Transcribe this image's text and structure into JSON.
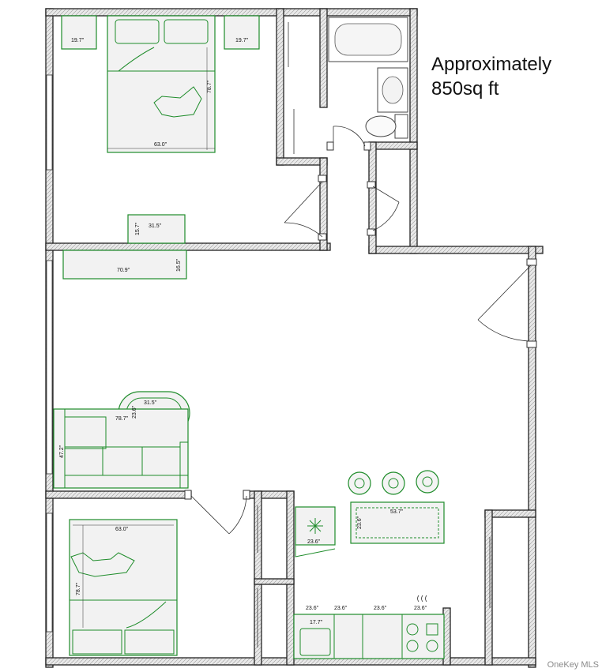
{
  "area": {
    "line1": "Approximately",
    "line2": "850sq ft"
  },
  "watermark": "OneKey MLS",
  "dims": {
    "nightstand_left": "19.7\"",
    "nightstand_right": "19.7\"",
    "bed1_width": "63.0\"",
    "bed1_length": "78.7\"",
    "dresser_width": "31.5\"",
    "dresser_depth": "15.7\"",
    "console_width": "70.9\"",
    "console_depth": "16.5\"",
    "coffee_width": "31.5\"",
    "coffee_depth": "23.6\"",
    "sofa_length": "78.7\"",
    "sofa_depth": "47.2\"",
    "island_width": "53.7\"",
    "island_depth": "23.6\"",
    "fridge": "23.6\"",
    "bed2_width": "63.0\"",
    "bed2_length": "78.7\"",
    "cab1": "23.6\"",
    "cab2": "23.6\"",
    "cab3": "23.6\"",
    "cab4": "23.6\"",
    "sink": "17.7\""
  }
}
